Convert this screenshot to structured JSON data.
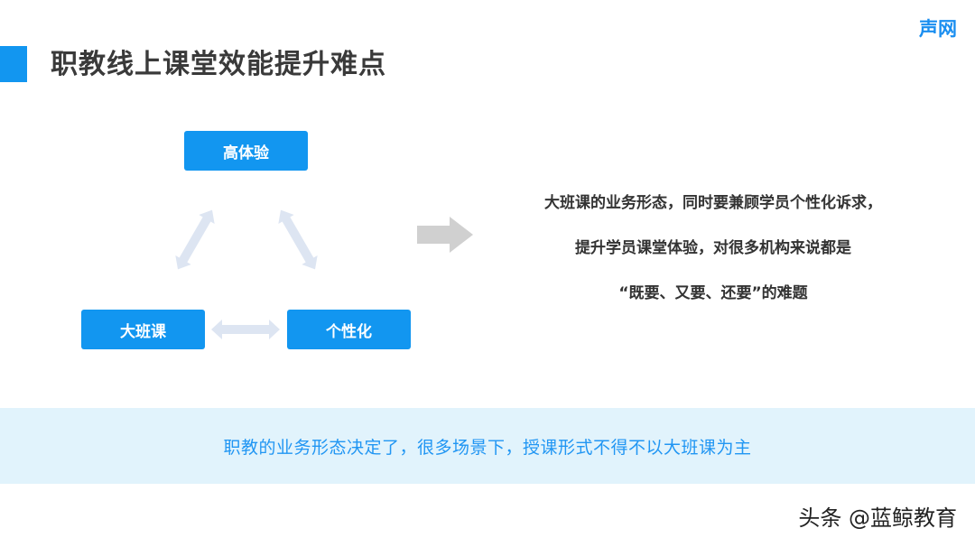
{
  "header": {
    "title": "职教线上课堂效能提升难点",
    "logo": "声网",
    "accent_color": "#1296f0"
  },
  "diagram": {
    "nodes": [
      {
        "id": "top",
        "label": "高体验"
      },
      {
        "id": "left",
        "label": "大班课"
      },
      {
        "id": "right",
        "label": "个性化"
      }
    ],
    "node_color": "#1296f0",
    "connector_color": "#dde5f2",
    "relations": [
      {
        "from": "大班课",
        "to": "高体验",
        "type": "bidirectional"
      },
      {
        "from": "高体验",
        "to": "个性化",
        "type": "bidirectional"
      },
      {
        "from": "大班课",
        "to": "个性化",
        "type": "bidirectional"
      }
    ]
  },
  "description": {
    "lines": [
      "大班课的业务形态，同时要兼顾学员个性化诉求，",
      "提升学员课堂体验，对很多机构来说都是",
      "“既要、又要、还要”的难题"
    ]
  },
  "banner": {
    "text": "职教的业务形态决定了，很多场景下，授课形式不得不以大班课为主",
    "background": "#e1f3fc",
    "text_color": "#2196f3"
  },
  "watermark": {
    "text": "头条 @蓝鲸教育"
  }
}
